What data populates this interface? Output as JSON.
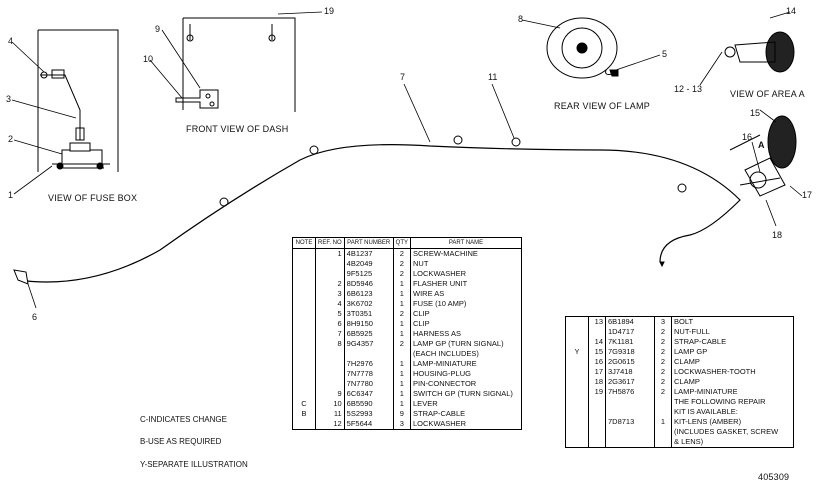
{
  "views": {
    "fuse_box": "VIEW OF FUSE BOX",
    "dash": "FRONT VIEW OF DASH",
    "lamp": "REAR VIEW OF LAMP",
    "area_a": "VIEW OF AREA A",
    "area_letter": "A"
  },
  "callouts": {
    "c1": "1",
    "c2": "2",
    "c3": "3",
    "c4": "4",
    "c5": "5",
    "c6": "6",
    "c7": "7",
    "c8": "8",
    "c9": "9",
    "c10": "10",
    "c11": "11",
    "c12_13": "12 - 13",
    "c14": "14",
    "c15": "15",
    "c16": "16",
    "c17": "17",
    "c18": "18",
    "c19": "19"
  },
  "table_headers": {
    "note": "NOTE",
    "ref": "REF. NO",
    "part_number": "PART NUMBER",
    "qty": "QTY",
    "part_name": "PART NAME"
  },
  "parts_main": [
    {
      "note": "",
      "ref": "1",
      "pn": "4B1237",
      "qty": "2",
      "name": "SCREW-MACHINE"
    },
    {
      "note": "",
      "ref": "",
      "pn": "4B2049",
      "qty": "2",
      "name": "NUT"
    },
    {
      "note": "",
      "ref": "",
      "pn": "9F5125",
      "qty": "2",
      "name": "LOCKWASHER"
    },
    {
      "note": "",
      "ref": "2",
      "pn": "8D5946",
      "qty": "1",
      "name": "FLASHER UNIT"
    },
    {
      "note": "",
      "ref": "3",
      "pn": "6B6123",
      "qty": "1",
      "name": "WIRE AS"
    },
    {
      "note": "",
      "ref": "4",
      "pn": "3K6702",
      "qty": "1",
      "name": "FUSE (10 AMP)"
    },
    {
      "note": "",
      "ref": "5",
      "pn": "3T0351",
      "qty": "2",
      "name": "CLIP"
    },
    {
      "note": "",
      "ref": "6",
      "pn": "8H9150",
      "qty": "1",
      "name": "CLIP"
    },
    {
      "note": "",
      "ref": "7",
      "pn": "6B5925",
      "qty": "1",
      "name": "HARNESS AS"
    },
    {
      "note": "",
      "ref": "8",
      "pn": "9G4357",
      "qty": "2",
      "name": "LAMP GP (TURN SIGNAL)"
    },
    {
      "note": "",
      "ref": "",
      "pn": "",
      "qty": "",
      "name": "(EACH INCLUDES)"
    },
    {
      "note": "",
      "ref": "",
      "pn": "7H2976",
      "qty": "1",
      "name": "LAMP-MINIATURE"
    },
    {
      "note": "",
      "ref": "",
      "pn": "7N7778",
      "qty": "1",
      "name": "HOUSING-PLUG"
    },
    {
      "note": "",
      "ref": "",
      "pn": "7N7780",
      "qty": "1",
      "name": "PIN-CONNECTOR"
    },
    {
      "note": "",
      "ref": "9",
      "pn": "6C6347",
      "qty": "1",
      "name": "SWITCH GP (TURN SIGNAL)"
    },
    {
      "note": "C",
      "ref": "10",
      "pn": "6B5590",
      "qty": "1",
      "name": "LEVER"
    },
    {
      "note": "B",
      "ref": "11",
      "pn": "5S2993",
      "qty": "9",
      "name": "STRAP-CABLE"
    },
    {
      "note": "",
      "ref": "12",
      "pn": "5F5644",
      "qty": "3",
      "name": "LOCKWASHER"
    }
  ],
  "parts_right": [
    {
      "note": "",
      "ref": "13",
      "pn": "6B1894",
      "qty": "3",
      "name": "BOLT"
    },
    {
      "note": "",
      "ref": "",
      "pn": "1D4717",
      "qty": "2",
      "name": "NUT-FULL"
    },
    {
      "note": "",
      "ref": "14",
      "pn": "7K1181",
      "qty": "2",
      "name": "STRAP-CABLE"
    },
    {
      "note": "Y",
      "ref": "15",
      "pn": "7G9318",
      "qty": "2",
      "name": "LAMP GP"
    },
    {
      "note": "",
      "ref": "16",
      "pn": "2G0615",
      "qty": "2",
      "name": "CLAMP"
    },
    {
      "note": "",
      "ref": "17",
      "pn": "3J7418",
      "qty": "2",
      "name": "LOCKWASHER-TOOTH"
    },
    {
      "note": "",
      "ref": "18",
      "pn": "2G3617",
      "qty": "2",
      "name": "CLAMP"
    },
    {
      "note": "",
      "ref": "19",
      "pn": "7H5876",
      "qty": "2",
      "name": "LAMP-MINIATURE"
    },
    {
      "note": "",
      "ref": "",
      "pn": "",
      "qty": "",
      "name": "THE FOLLOWING REPAIR"
    },
    {
      "note": "",
      "ref": "",
      "pn": "",
      "qty": "",
      "name": "KIT IS AVAILABLE:"
    },
    {
      "note": "",
      "ref": "",
      "pn": "7D8713",
      "qty": "1",
      "name": "KIT-LENS (AMBER)"
    },
    {
      "note": "",
      "ref": "",
      "pn": "",
      "qty": "",
      "name": "(INCLUDES GASKET, SCREW"
    },
    {
      "note": "",
      "ref": "",
      "pn": "",
      "qty": "",
      "name": "& LENS)"
    }
  ],
  "legend": {
    "c": "C-INDICATES CHANGE",
    "b": "B-USE AS REQUIRED",
    "y": "Y-SEPARATE ILLUSTRATION"
  },
  "drawing_number": "405309"
}
